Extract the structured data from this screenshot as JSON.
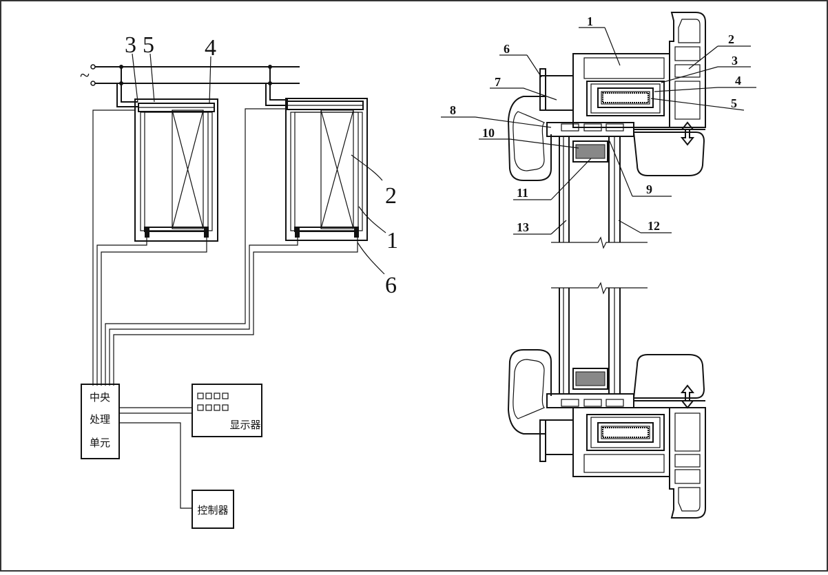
{
  "left_diagram": {
    "ac_symbol": "~",
    "labels": {
      "l3": "3",
      "l5": "5",
      "l4": "4",
      "l2": "2",
      "l1": "1",
      "l6": "6"
    },
    "blocks": {
      "cpu_line1": "中央",
      "cpu_line2": "处理",
      "cpu_line3": "单元",
      "display": "显示器",
      "controller": "控制器"
    }
  },
  "right_diagram": {
    "labels": {
      "r1": "1",
      "r2": "2",
      "r3": "3",
      "r4": "4",
      "r5": "5",
      "r6": "6",
      "r7": "7",
      "r8": "8",
      "r9": "9",
      "r10": "10",
      "r11": "11",
      "r12": "12",
      "r13": "13"
    }
  }
}
